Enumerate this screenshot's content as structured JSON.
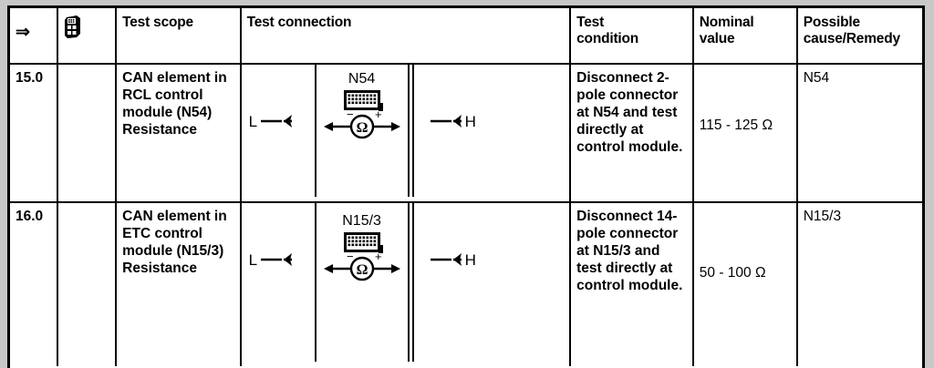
{
  "table": {
    "headers": {
      "step": "⇒",
      "icon": "handheld-tester-icon",
      "scope": "Test scope",
      "connection": "Test connection",
      "condition": "Test\ncondition",
      "condition_line1": "Test",
      "condition_line2": "condition",
      "nominal_line1": "Nominal",
      "nominal_line2": "value",
      "cause_line1": "Possible",
      "cause_line2": "cause/Remedy"
    },
    "rows": [
      {
        "step": "15.0",
        "icon": "",
        "scope": "CAN element in RCL control module (N54) Resistance",
        "connection": {
          "left_terminal": "L",
          "device_label": "N54",
          "meter_symbol": "Ω",
          "minus": "−",
          "plus": "+",
          "right_terminal": "H"
        },
        "condition": "Disconnect 2-pole connector at N54 and test directly at control module.",
        "nominal": "115 - 125 Ω",
        "cause": "N54"
      },
      {
        "step": "16.0",
        "icon": "",
        "scope": "CAN element in ETC control module (N15/3) Resistance",
        "connection": {
          "left_terminal": "L",
          "device_label": "N15/3",
          "meter_symbol": "Ω",
          "minus": "−",
          "plus": "+",
          "right_terminal": "H"
        },
        "condition": "Disconnect 14-pole connector at N15/3 and test directly at control module.",
        "nominal": "50 - 100 Ω",
        "cause": "N15/3"
      }
    ]
  },
  "colors": {
    "page_background": "#c8c8c8",
    "table_background": "#ffffff",
    "line": "#000000",
    "text": "#000000"
  }
}
